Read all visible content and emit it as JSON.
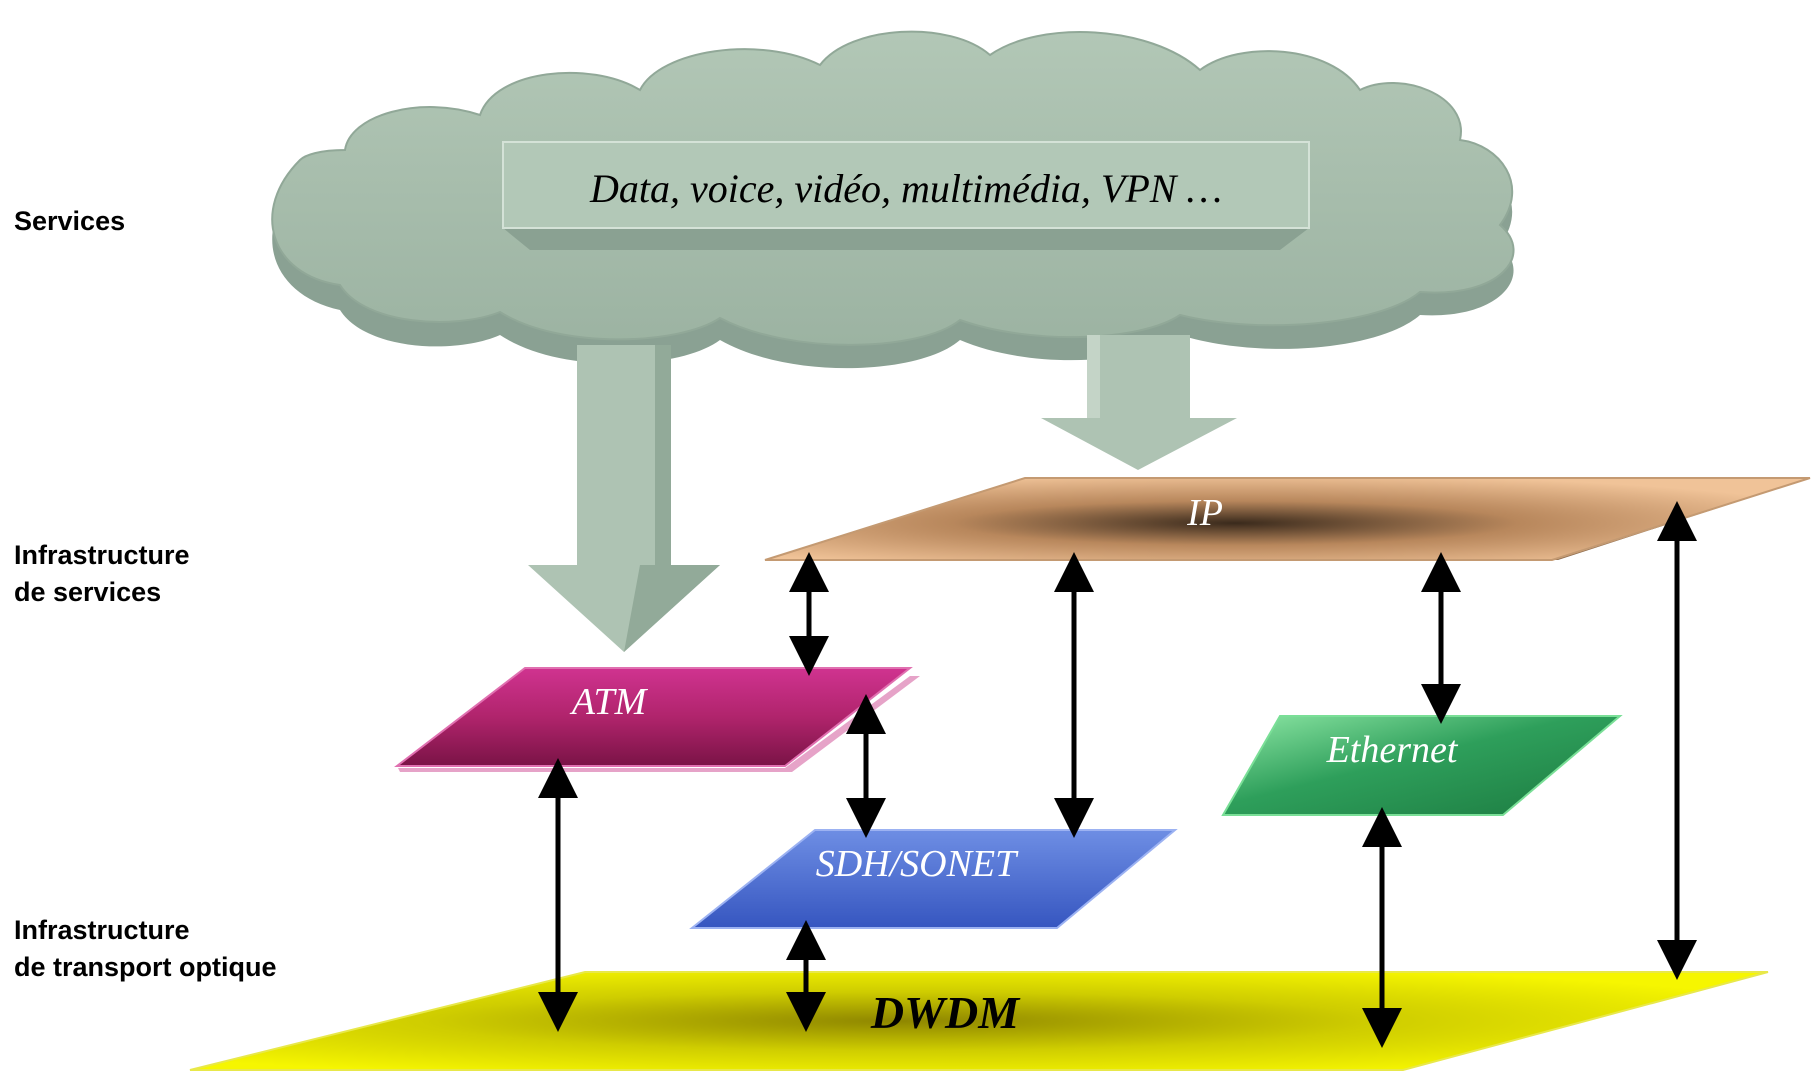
{
  "left_labels": {
    "services": "Services",
    "infra_services_line1": "Infrastructure",
    "infra_services_line2": "de services",
    "infra_transport_line1": "Infrastructure",
    "infra_transport_line2": "de transport optique"
  },
  "cloud": {
    "text": "Data, voice, vidéo, multimédia, VPN …"
  },
  "layers": {
    "ip": "IP",
    "atm": "ATM",
    "ethernet": "Ethernet",
    "sdh": "SDH/SONET",
    "dwdm": "DWDM"
  },
  "colors": {
    "cloud": "#a9bfae",
    "ip": "#e8b88c",
    "atm": "#b7286f",
    "ethernet": "#3aa566",
    "sdh": "#4a6dd0",
    "dwdm": "#d9d800",
    "big_arrow": "#aec3b3"
  }
}
